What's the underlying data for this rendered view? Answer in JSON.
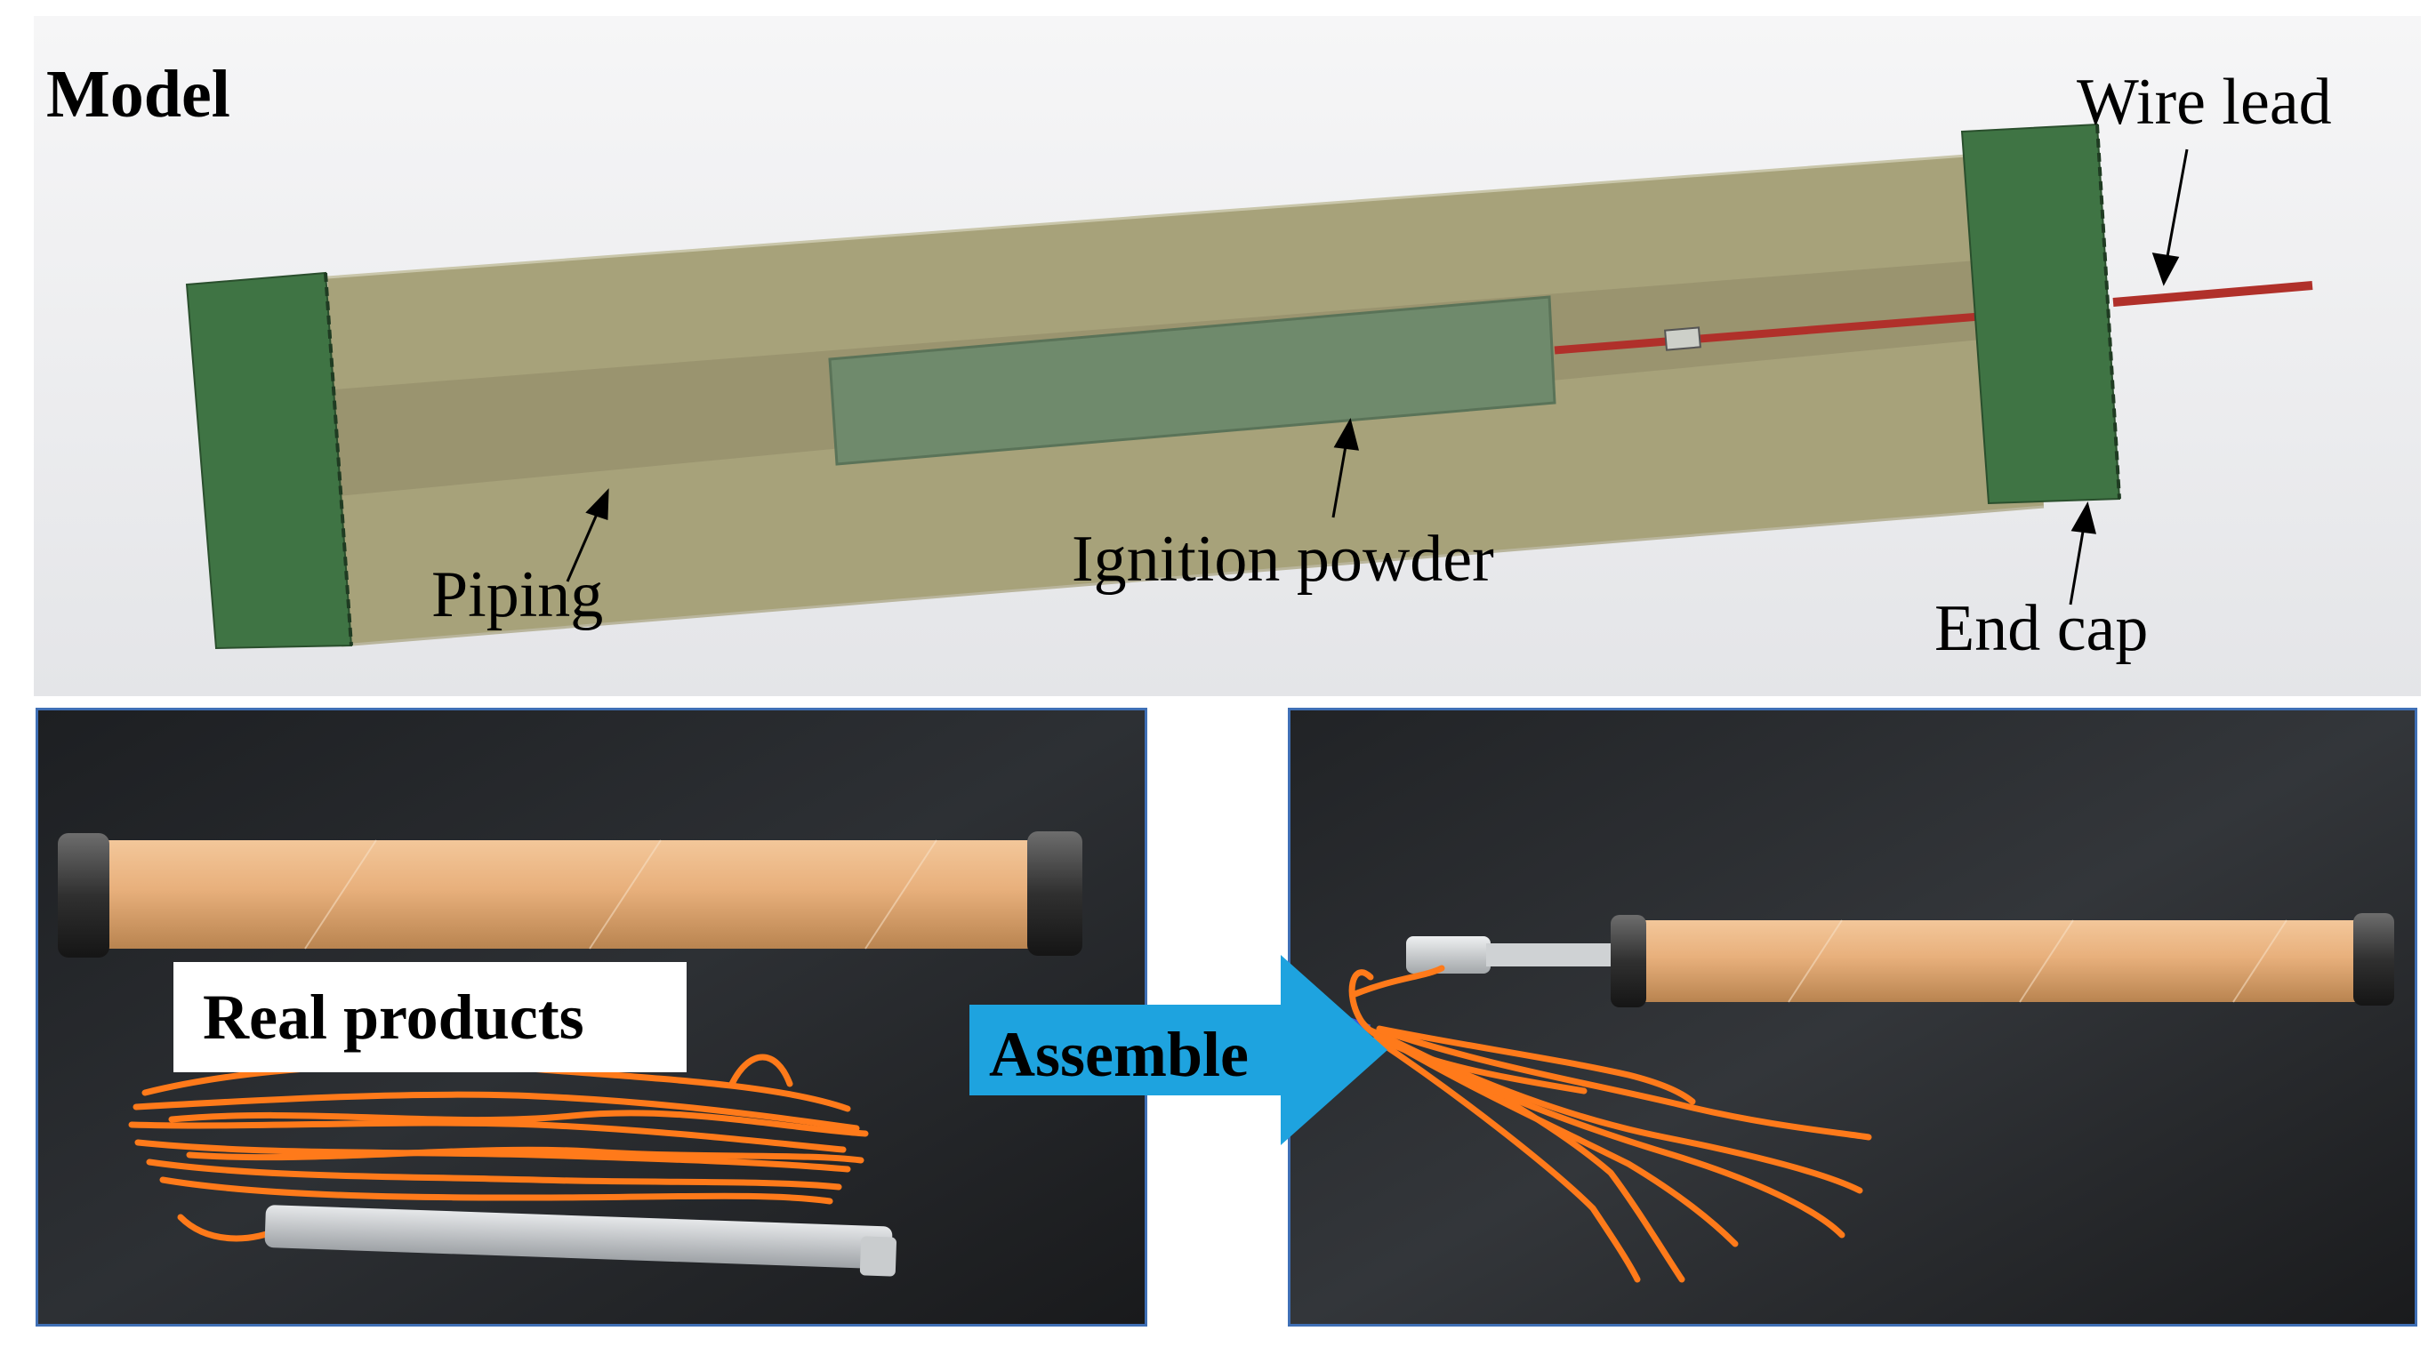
{
  "figure": {
    "model_title": "Model",
    "labels": {
      "wire_lead": "Wire lead",
      "ignition_powder": "Ignition powder",
      "piping": "Piping",
      "end_cap": "End cap"
    },
    "real_products_label": "Real products",
    "assemble_label": "Assemble"
  },
  "colors": {
    "tube": "#a7a27a",
    "end_cap": "#3f7444",
    "ignition_powder": "#6f8a6c",
    "wire": "#b0302a",
    "photo_frame": "#3f6fb5",
    "assemble_arrow": "#1ea3df",
    "orange_wire": "#ff7a1a",
    "cardboard_tube": "#e8b07c"
  }
}
